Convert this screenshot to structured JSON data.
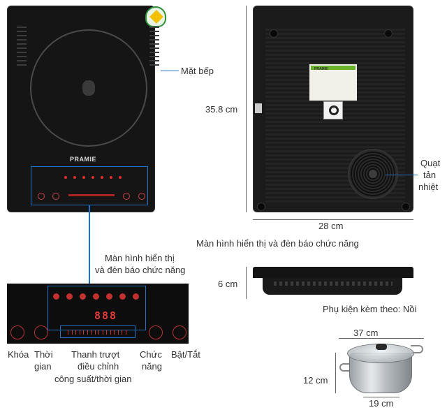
{
  "labels": {
    "cooking_surface": "Mặt bếp",
    "height_dim": "35.8 cm",
    "fan": [
      "Quạt",
      "tản",
      "nhiệt"
    ],
    "width_dim": "28 cm",
    "display_caption": "Màn hình hiển thị và đèn báo chức năng",
    "display_callout": [
      "Màn hình hiển thị",
      "và đèn báo chức năng"
    ],
    "thickness_dim": "6 cm",
    "accessory": "Phụ kiện kèm theo: Nồi",
    "pot_diameter": "37 cm",
    "pot_height": "12 cm",
    "pot_base": "19 cm"
  },
  "controls": {
    "lock": "Khóa",
    "timer": [
      "Thời",
      "gian"
    ],
    "slider": [
      "Thanh trượt",
      "điều chỉnh",
      "công suất/thời gian"
    ],
    "function": [
      "Chức",
      "năng"
    ],
    "power": "Bật/Tắt"
  },
  "panel": {
    "brand": "PRAMIE",
    "display_value": "888"
  },
  "colors": {
    "callout_line": "#1e73c8",
    "indicator_red": "#e03030",
    "cooktop_black": "#151515"
  },
  "icons": [
    "lock-icon",
    "timer-icon",
    "function-icon",
    "power-icon",
    "mode-icons"
  ]
}
